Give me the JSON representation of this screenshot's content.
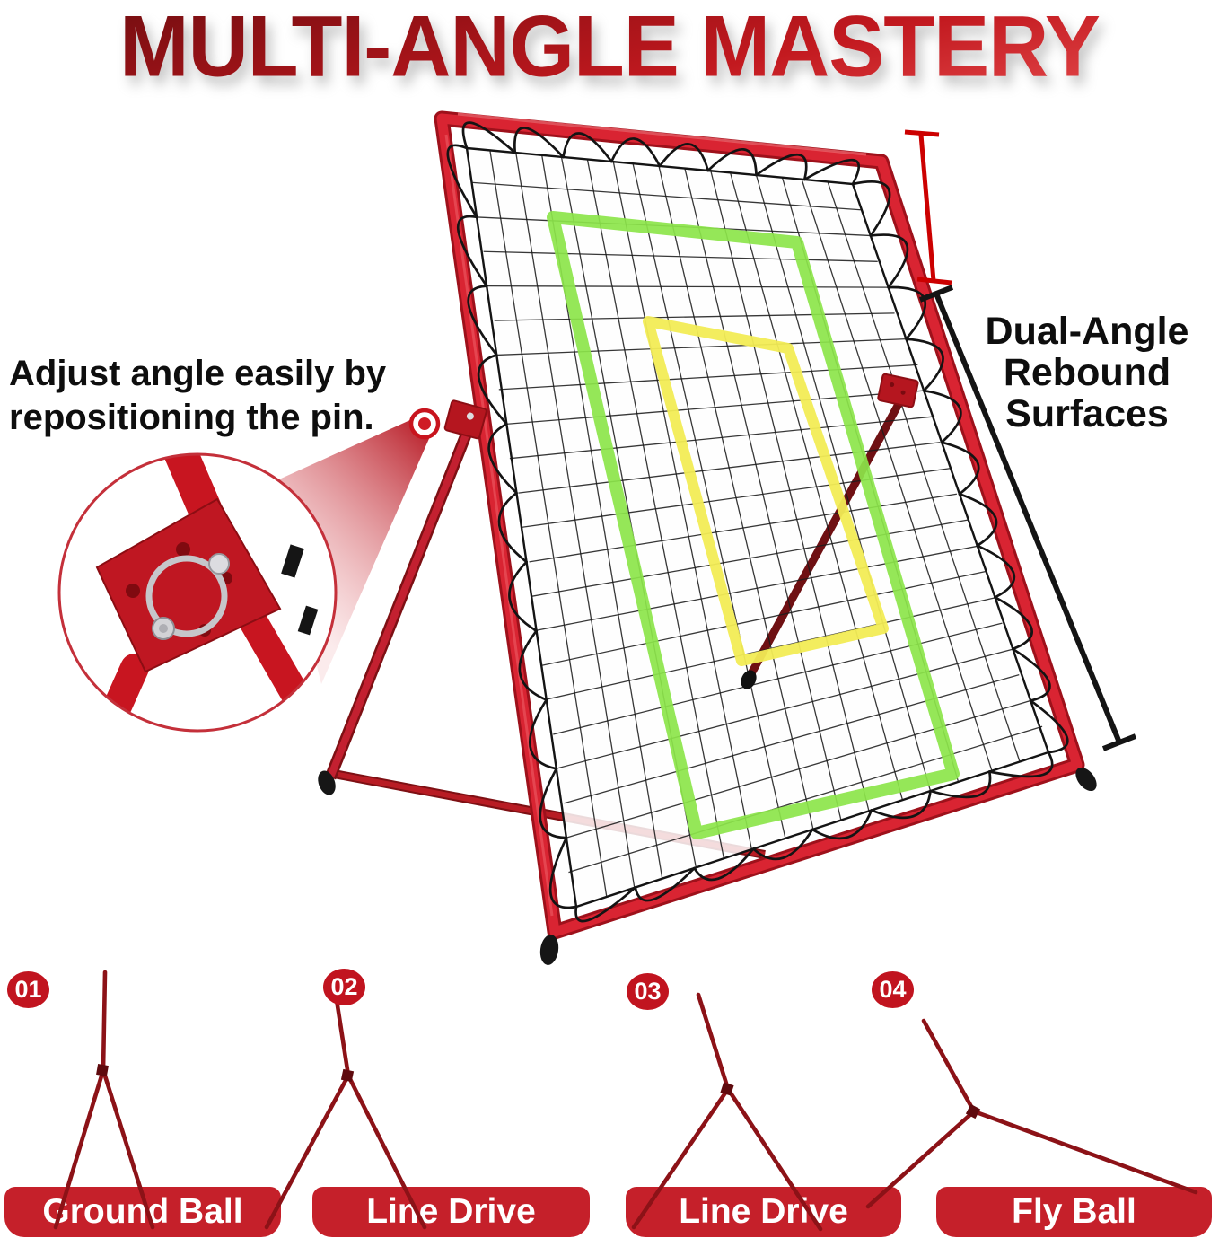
{
  "title": "MULTI-ANGLE MASTERY",
  "annotations": {
    "pin_line1": "Adjust angle easily by",
    "pin_line2": "repositioning the pin.",
    "dual_line1": "Dual-Angle",
    "dual_line2": "Rebound",
    "dual_line3": "Surfaces"
  },
  "configurations": [
    {
      "number": "01",
      "label": "Ground Ball"
    },
    {
      "number": "02",
      "label": "Line Drive"
    },
    {
      "number": "03",
      "label": "Line Drive"
    },
    {
      "number": "04",
      "label": "Fly Ball"
    }
  ],
  "colors": {
    "accent_red": "#c41a24",
    "banner_red": "#c5202a",
    "badge_red": "#c1141f",
    "frame_red": "#d92432",
    "target_green": "#8ce54a",
    "target_yellow": "#f2ec55",
    "measure_red": "#cc0000",
    "measure_black": "#141414"
  }
}
